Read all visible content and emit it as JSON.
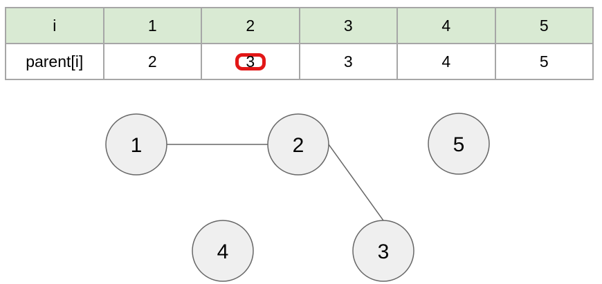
{
  "table": {
    "header_cells": [
      "i",
      "1",
      "2",
      "3",
      "4",
      "5"
    ],
    "row_cells": [
      "parent[i]",
      "2",
      "3",
      "3",
      "4",
      "5"
    ],
    "highlighted_cell": {
      "column": "2",
      "value": "3"
    }
  },
  "graph": {
    "nodes": [
      {
        "label": "1"
      },
      {
        "label": "2"
      },
      {
        "label": "5"
      },
      {
        "label": "4"
      },
      {
        "label": "3"
      }
    ],
    "edges": [
      {
        "from": "1",
        "to": "2"
      },
      {
        "from": "2",
        "to": "3"
      }
    ]
  },
  "colors": {
    "header-green": "#d9ead3",
    "table-border": "#a6a6a6",
    "highlight-red": "#e21717",
    "node-fill": "#efefef",
    "node-stroke": "#666666",
    "edge-gray": "#666666"
  }
}
